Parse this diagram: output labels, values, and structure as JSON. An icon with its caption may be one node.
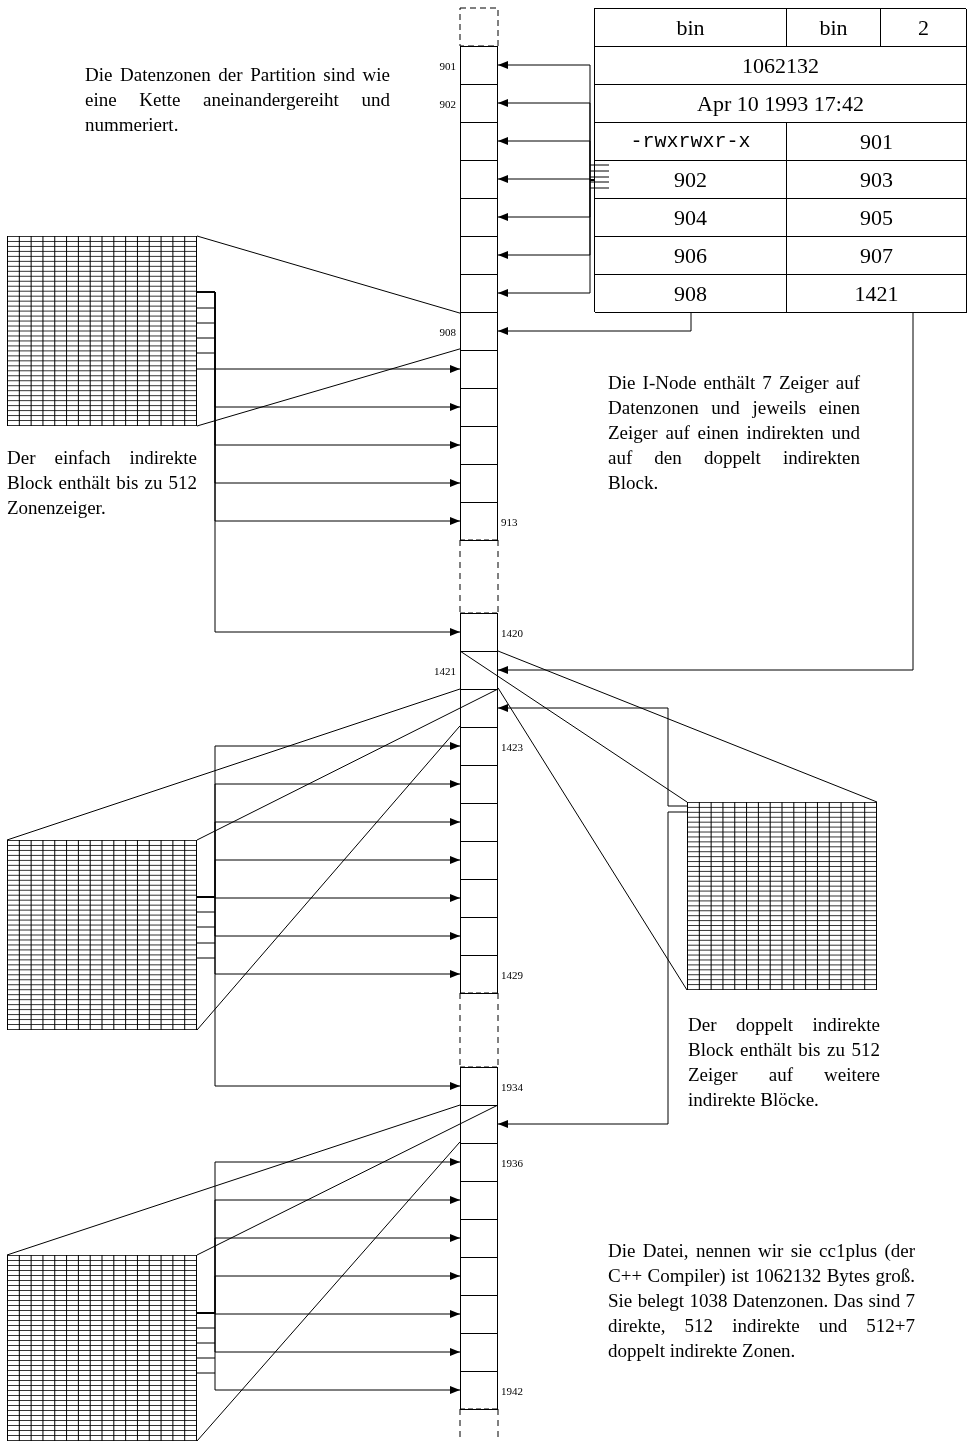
{
  "diagram": {
    "nodes": [
      {
        "text": [],
        "shape": "box"
      },
      {
        "text": [
          "bin"
        ],
        "in": 0
      },
      {
        "text": [
          "bin"
        ],
        "in": 0
      },
      {
        "text": [
          "2"
        ],
        "in": 0
      },
      {
        "text": [
          "1062132"
        ],
        "in": 0
      },
      {
        "text": [
          "Apr 10 1993 17:42"
        ],
        "in": 0
      },
      {
        "text": [
          "-rwxrwxr-x"
        ],
        "in": 0
      },
      {
        "text": [
          "901"
        ],
        "in": 0
      },
      {
        "text": [
          "902"
        ],
        "in": 0
      },
      {
        "text": [
          "903"
        ],
        "in": 0
      },
      {
        "text": [
          "904"
        ],
        "in": 0
      },
      {
        "text": [
          "905"
        ],
        "in": 0
      },
      {
        "text": [
          "906"
        ],
        "in": 0
      },
      {
        "text": [
          "907"
        ],
        "in": 0
      },
      {
        "text": [
          "908"
        ],
        "in": 0
      },
      {
        "text": [
          "1421"
        ],
        "in": 0
      },
      {
        "text": [],
        "shape": "box",
        "beside": [
          "901"
        ]
      },
      {
        "text": [],
        "shape": "box",
        "beside": [
          "902"
        ]
      },
      {
        "text": [],
        "shape": "box"
      },
      {
        "text": [],
        "shape": "box"
      },
      {
        "text": [],
        "shape": "box"
      },
      {
        "text": [],
        "shape": "box"
      },
      {
        "text": [],
        "shape": "box"
      },
      {
        "text": [],
        "shape": "box",
        "beside": [
          "908"
        ]
      },
      {
        "text": [],
        "shape": "box"
      },
      {
        "text": [],
        "shape": "box"
      },
      {
        "text": [],
        "shape": "box"
      },
      {
        "text": [],
        "shape": "box"
      },
      {
        "text": [],
        "shape": "box",
        "beside": [
          "913"
        ]
      },
      {
        "text": [],
        "shape": "box",
        "beside": [
          "1420"
        ]
      },
      {
        "text": [],
        "shape": "box",
        "beside": [
          "1421"
        ]
      },
      {
        "text": [],
        "shape": "box"
      },
      {
        "text": [],
        "shape": "box",
        "beside": [
          "1423"
        ]
      },
      {
        "text": [],
        "shape": "box"
      },
      {
        "text": [],
        "shape": "box"
      },
      {
        "text": [],
        "shape": "box"
      },
      {
        "text": [],
        "shape": "box"
      },
      {
        "text": [],
        "shape": "box"
      },
      {
        "text": [],
        "shape": "box",
        "beside": [
          "1429"
        ]
      },
      {
        "text": [],
        "shape": "box",
        "beside": [
          "1934"
        ]
      },
      {
        "text": [],
        "shape": "box"
      },
      {
        "text": [],
        "shape": "box",
        "beside": [
          "1936"
        ]
      },
      {
        "text": [],
        "shape": "box"
      },
      {
        "text": [],
        "shape": "box"
      },
      {
        "text": [],
        "shape": "box"
      },
      {
        "text": [],
        "shape": "box"
      },
      {
        "text": [],
        "shape": "box"
      },
      {
        "text": [],
        "shape": "box",
        "beside": [
          "1942"
        ]
      },
      {
        "text": [],
        "shape": "grid"
      },
      {
        "text": [],
        "shape": "grid"
      },
      {
        "text": [],
        "shape": "grid"
      },
      {
        "text": [],
        "shape": "grid"
      }
    ],
    "edges": [
      {
        "from": 0,
        "to": 16,
        "arrow": "to"
      },
      {
        "from": 0,
        "to": 17,
        "arrow": "to"
      },
      {
        "from": 0,
        "to": 18,
        "arrow": "to"
      },
      {
        "from": 0,
        "to": 19,
        "arrow": "to"
      },
      {
        "from": 0,
        "to": 20,
        "arrow": "to"
      },
      {
        "from": 0,
        "to": 21,
        "arrow": "to"
      },
      {
        "from": 0,
        "to": 22,
        "arrow": "to"
      },
      {
        "from": 14,
        "to": 23,
        "arrow": "to"
      },
      {
        "from": 15,
        "to": 30,
        "arrow": "to"
      },
      {
        "from": 23,
        "to": 48,
        "arrow": "none"
      },
      {
        "from": 23,
        "to": 48,
        "arrow": "none"
      },
      {
        "from": 48,
        "to": 24,
        "arrow": "to"
      },
      {
        "from": 48,
        "to": 25,
        "arrow": "to"
      },
      {
        "from": 48,
        "to": 26,
        "arrow": "to"
      },
      {
        "from": 48,
        "to": 27,
        "arrow": "to"
      },
      {
        "from": 48,
        "to": 28,
        "arrow": "to"
      },
      {
        "from": 48,
        "to": 29,
        "arrow": "to"
      },
      {
        "from": 30,
        "to": 49,
        "arrow": "none"
      },
      {
        "from": 30,
        "to": 49,
        "arrow": "none"
      },
      {
        "from": 30,
        "to": 49,
        "arrow": "none"
      },
      {
        "from": 49,
        "to": 31,
        "arrow": "to"
      },
      {
        "from": 49,
        "to": 40,
        "arrow": "to"
      },
      {
        "from": 31,
        "to": 50,
        "arrow": "none"
      },
      {
        "from": 31,
        "to": 50,
        "arrow": "none"
      },
      {
        "from": 31,
        "to": 50,
        "arrow": "none"
      },
      {
        "from": 50,
        "to": 32,
        "arrow": "to"
      },
      {
        "from": 50,
        "to": 33,
        "arrow": "to"
      },
      {
        "from": 50,
        "to": 34,
        "arrow": "to"
      },
      {
        "from": 50,
        "to": 35,
        "arrow": "to"
      },
      {
        "from": 50,
        "to": 36,
        "arrow": "to"
      },
      {
        "from": 50,
        "to": 37,
        "arrow": "to"
      },
      {
        "from": 50,
        "to": 38,
        "arrow": "to"
      },
      {
        "from": 50,
        "to": 39,
        "arrow": "to"
      },
      {
        "from": 40,
        "to": 51,
        "arrow": "none"
      },
      {
        "from": 40,
        "to": 51,
        "arrow": "none"
      },
      {
        "from": 40,
        "to": 51,
        "arrow": "none"
      },
      {
        "from": 51,
        "to": 41,
        "arrow": "to"
      },
      {
        "from": 51,
        "to": 42,
        "arrow": "to"
      },
      {
        "from": 51,
        "to": 43,
        "arrow": "to"
      },
      {
        "from": 51,
        "to": 44,
        "arrow": "to"
      },
      {
        "from": 51,
        "to": 45,
        "arrow": "to"
      },
      {
        "from": 51,
        "to": 46,
        "arrow": "to"
      },
      {
        "from": 51,
        "to": 47,
        "arrow": "to"
      }
    ],
    "labels": [
      "Die Datenzonen der Partition sind wie eine Kette aneinandergereiht und nummeriert.",
      "Die I-Node enthält 7 Zeiger auf Datenzonen und jeweils einen Zeiger auf einen indirekten und auf den doppelt indirekten Block.",
      "Der einfach indirekte Block enthält bis zu 512 Zonenzeiger.",
      "Der doppelt indirekte Block enthält bis zu 512 Zeiger auf weitere indirekte Blöcke.",
      "Die Datei, nennen wir sie cc1plus (der C++ Compiler) ist 1062132 Bytes groß. Sie belegt 1038 Datenzonen. Das sind 7 direkte, 512 indirekte und 512+7 doppelt indirekte Zonen."
    ]
  }
}
